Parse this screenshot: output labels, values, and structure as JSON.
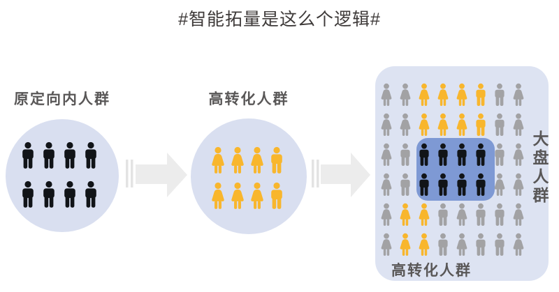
{
  "title": "#智能拓量是这么个逻辑#",
  "colors": {
    "background": "#ffffff",
    "circle_bg": "#d9dff0",
    "panel_bg": "#dde3f2",
    "highlight_box_bg": "#7e99d4",
    "arrow": "#ececec",
    "arrow_tail": "#e3e3e3",
    "title_text": "#3e3a39",
    "label_text": "#595757",
    "icon": {
      "b": "#111418",
      "g": "#a2a2a4",
      "y": "#f8b62d"
    }
  },
  "icon_types": {
    "bM": "black-male",
    "gM": "gray-male",
    "gF": "gray-female",
    "yM": "yellow-male",
    "yF": "yellow-female"
  },
  "groups": {
    "original": {
      "label": "原定向内人群",
      "icons": [
        [
          "bM",
          "bM",
          "bM",
          "bM"
        ],
        [
          "bM",
          "bM",
          "bM",
          "bM"
        ]
      ]
    },
    "converted": {
      "label": "高转化人群",
      "icons": [
        [
          "yF",
          "yF",
          "yF",
          "yM"
        ],
        [
          "yF",
          "yF",
          "yF",
          "yM"
        ]
      ]
    },
    "market": {
      "label_right": "大盘人群",
      "label_bottom": "高转化人群",
      "grid": [
        [
          "gF",
          "gF",
          "yF",
          "yF",
          "yF",
          "yM",
          "gM",
          "gF"
        ],
        [
          "gF",
          "gF",
          "yF",
          "yF",
          "yF",
          "yM",
          "gM",
          "gF"
        ],
        [
          "gF",
          "gM",
          "bM",
          "bM",
          "bM",
          "bM",
          "gM",
          "gF"
        ],
        [
          "gF",
          "gM",
          "bM",
          "bM",
          "bM",
          "bM",
          "gF",
          "gF"
        ],
        [
          "gF",
          "yF",
          "yF",
          "gM",
          "gF",
          "gM",
          "gM",
          "gF"
        ],
        [
          "gF",
          "yF",
          "yF",
          "gM",
          "gF",
          "gM",
          "gM",
          "gF"
        ]
      ]
    }
  }
}
